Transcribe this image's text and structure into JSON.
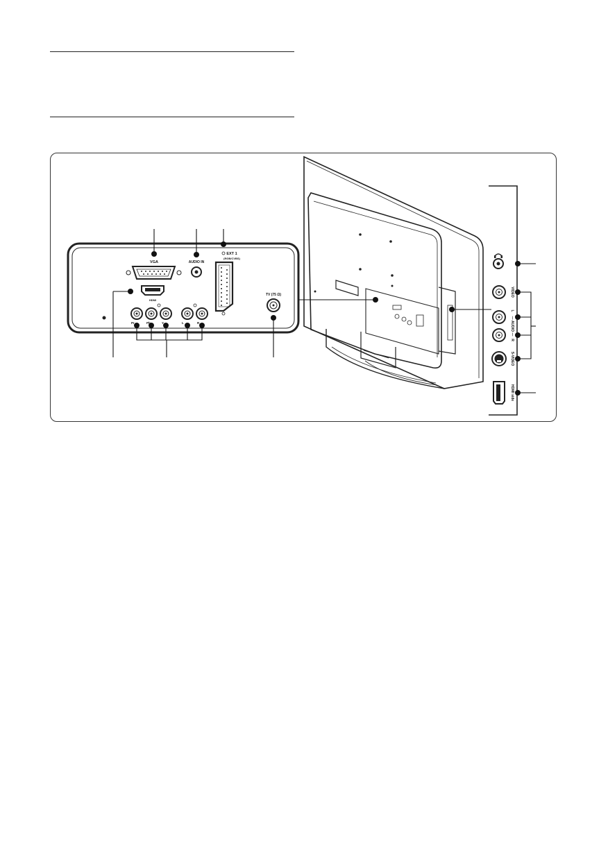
{
  "back_panel": {
    "vga_label": "VGA",
    "y_label": "Y",
    "audio_in_label": "AUDIO IN",
    "ext1_label": "EXT 1",
    "ext1_sub_label": "(RGB/CVBS)",
    "hdmi_label": "HDMI",
    "pr_label": "Pr",
    "pb_label": "Pb",
    "y_component_label": "Y",
    "audio_l_label": "L",
    "audio_r_label": "R",
    "antenna_label": "TV (75 Ω)"
  },
  "side_panel": {
    "video_label": "VIDEO",
    "audio_l_label": "L",
    "audio_label": "— AUDIO —",
    "audio_r_label": "R",
    "svideo_label": "S-VIDEO",
    "hdmi_side_label": "HDMI side"
  }
}
